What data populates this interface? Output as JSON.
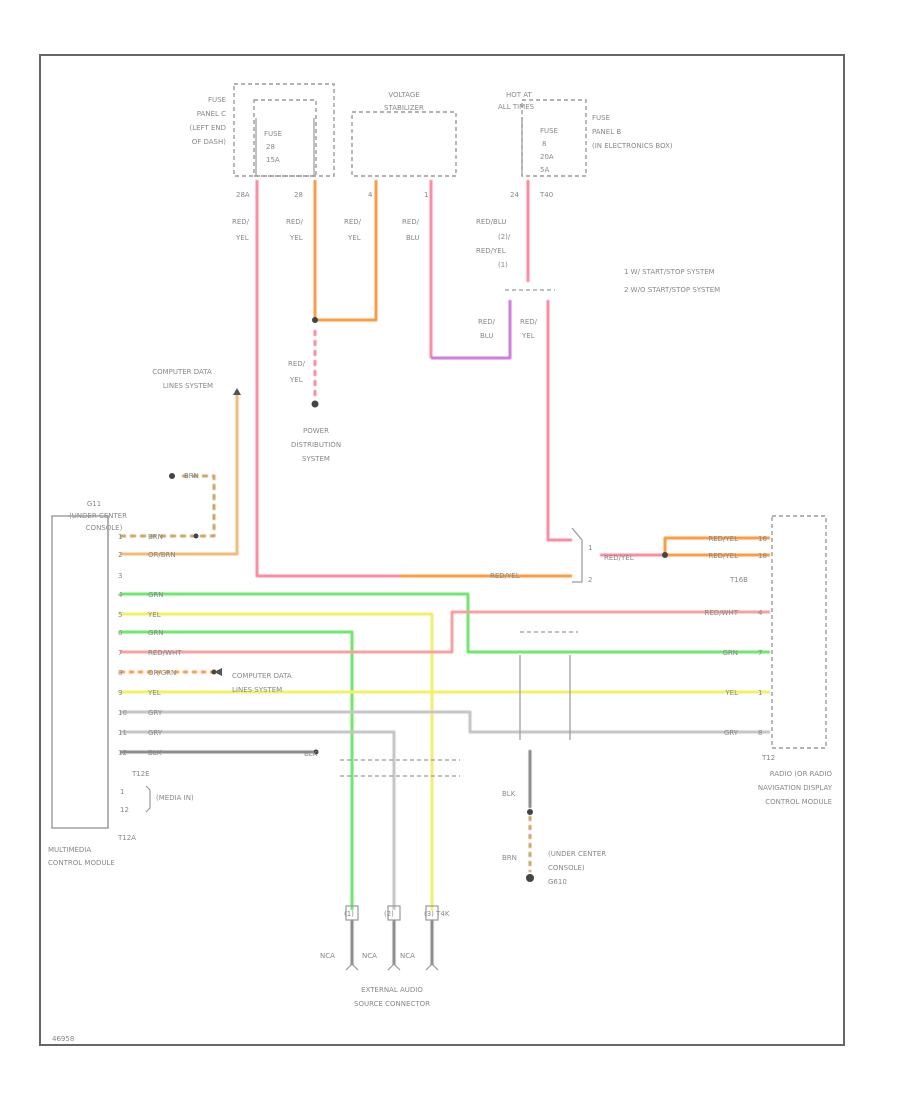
{
  "colors": {
    "red_yel": "#f58b9b",
    "orange": "#f59a45",
    "red_blu": "#c97bd9",
    "brn": "#c8a46a",
    "grn": "#6ee36e",
    "yel": "#f0f06a",
    "red_wht": "#f08c8c",
    "gry": "#c4c4c4",
    "blk": "#777777",
    "frame": "#666666"
  },
  "fuse_panel_c": {
    "label_lines": [
      "FUSE",
      "PANEL C",
      "(LEFT END",
      "OF DASH)"
    ],
    "fuse_lines": [
      "FUSE",
      "28",
      "15A"
    ],
    "pins": [
      "28A",
      "28"
    ]
  },
  "voltage_stabilizer": {
    "label_lines": [
      "VOLTAGE",
      "STABILIZER"
    ],
    "pins": [
      "4",
      "1"
    ]
  },
  "fuse_panel_b": {
    "hot_lines": [
      "HOT AT",
      "ALL TIMES"
    ],
    "label_lines": [
      "FUSE",
      "PANEL B",
      "(IN ELECTRONICS BOX)"
    ],
    "fuse_lines": [
      "FUSE",
      "8",
      "20A",
      "5A"
    ],
    "pin": "24",
    "connector": "T40"
  },
  "legend": [
    "1   W/ START/STOP SYSTEM",
    "2   W/O START/STOP SYSTEM"
  ],
  "wires_top": [
    [
      "RED/",
      "YEL"
    ],
    [
      "RED/",
      "YEL"
    ],
    [
      "RED/",
      "YEL"
    ],
    [
      "RED/",
      "BLU"
    ],
    [
      "RED/BLU",
      "(2)/",
      "RED/YEL",
      "(1)"
    ]
  ],
  "splice_pair": [
    [
      "RED/",
      "BLU"
    ],
    [
      "RED/",
      "YEL"
    ]
  ],
  "power_distribution": {
    "wire": [
      "RED/",
      "YEL"
    ],
    "label_lines": [
      "POWER",
      "DISTRIBUTION",
      "SYSTEM"
    ]
  },
  "computer_data_top": [
    "COMPUTER DATA",
    "LINES SYSTEM"
  ],
  "ground_g11_lines": [
    "G11",
    "(UNDER CENTER",
    "CONSOLE)"
  ],
  "mmi_rows": [
    {
      "pin": "1",
      "wire": "BRN"
    },
    {
      "pin": "2",
      "wire": "OR/BRN"
    },
    {
      "pin": "3",
      "wire": ""
    },
    {
      "pin": "4",
      "wire": "GRN"
    },
    {
      "pin": "5",
      "wire": "YEL"
    },
    {
      "pin": "6",
      "wire": "GRN"
    },
    {
      "pin": "7",
      "wire": "RED/WHT"
    },
    {
      "pin": "8",
      "wire": "OR/GRN"
    },
    {
      "pin": "9",
      "wire": "YEL"
    },
    {
      "pin": "10",
      "wire": "GRY"
    },
    {
      "pin": "11",
      "wire": "GRY"
    },
    {
      "pin": "12",
      "wire": "BLK"
    }
  ],
  "mmi_connector_top": "T12E",
  "mmi_connector_bottom": "T12A",
  "media_in": "(MEDIA IN)",
  "mmi_label_lines": [
    "MULTIMEDIA",
    "CONTROL MODULE"
  ],
  "brn_top": "BRN",
  "red_yel_mid": "RED/YEL",
  "red_yel_right": "RED/YEL",
  "blk_wire": "BLK",
  "computer_data_mid": [
    "COMPUTER DATA",
    "LINES SYSTEM"
  ],
  "right_module_pins": [
    {
      "wire": "RED/YEL",
      "pin": "16"
    },
    {
      "wire": "RED/YEL",
      "pin": "18"
    },
    {
      "wire": "RED/WHT",
      "pin": "4"
    },
    {
      "wire": "GRN",
      "pin": "7"
    },
    {
      "wire": "YEL",
      "pin": "1"
    },
    {
      "wire": "GRY",
      "pin": "8"
    }
  ],
  "right_connector_top": "T16B",
  "right_connector_bottom": "T12",
  "right_module_label_lines": [
    "RADIO (OR RADIO",
    "NAVIGATION DISPLAY",
    "CONTROL MODULE"
  ],
  "ground_g610": {
    "wire_top": "BLK",
    "wire_bottom": "BRN",
    "label_lines": [
      "(UNDER CENTER",
      "CONSOLE)",
      "G610"
    ]
  },
  "ext_pins": [
    "(1)",
    "(2)",
    "(3) T4K"
  ],
  "ext_wires": [
    "NCA",
    "NCA",
    "NCA"
  ],
  "ext_label_lines": [
    "EXTERNAL AUDIO",
    "SOURCE CONNECTOR"
  ],
  "footer_code": "46958"
}
